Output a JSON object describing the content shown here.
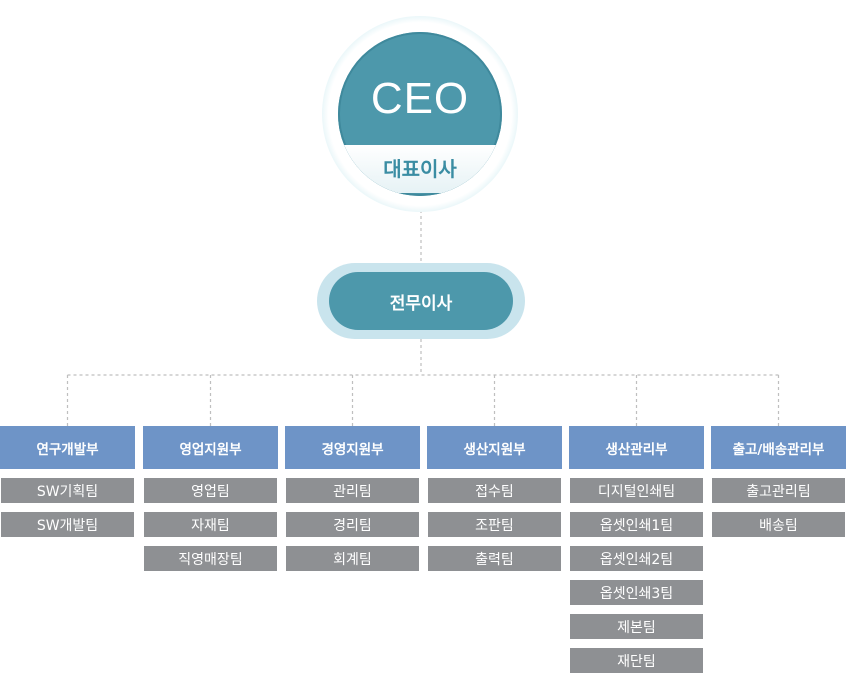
{
  "ceo": {
    "title_en": "CEO",
    "title_ko": "대표이사"
  },
  "executive": {
    "title": "전무이사"
  },
  "departments": [
    {
      "name": "연구개발부",
      "teams": [
        "SW기획팀",
        "SW개발팀"
      ]
    },
    {
      "name": "영업지원부",
      "teams": [
        "영업팀",
        "자재팀",
        "직영매장팀"
      ]
    },
    {
      "name": "경영지원부",
      "teams": [
        "관리팀",
        "경리팀",
        "회계팀"
      ]
    },
    {
      "name": "생산지원부",
      "teams": [
        "접수팀",
        "조판팀",
        "출력팀"
      ]
    },
    {
      "name": "생산관리부",
      "teams": [
        "디지털인쇄팀",
        "옵셋인쇄1팀",
        "옵셋인쇄2팀",
        "옵셋인쇄3팀",
        "제본팀",
        "재단팀"
      ]
    },
    {
      "name": "출고/배송관리부",
      "teams": [
        "출고관리팀",
        "배송팀"
      ]
    }
  ],
  "colors": {
    "ceo_fill": "#4d98ab",
    "ceo_text": "#3a8da3",
    "executive_fill": "#4d98ab",
    "executive_halo": "#c9e4ed",
    "department_fill": "#6e94c7",
    "team_fill": "#8e9093",
    "connector": "#bfbfbf"
  }
}
